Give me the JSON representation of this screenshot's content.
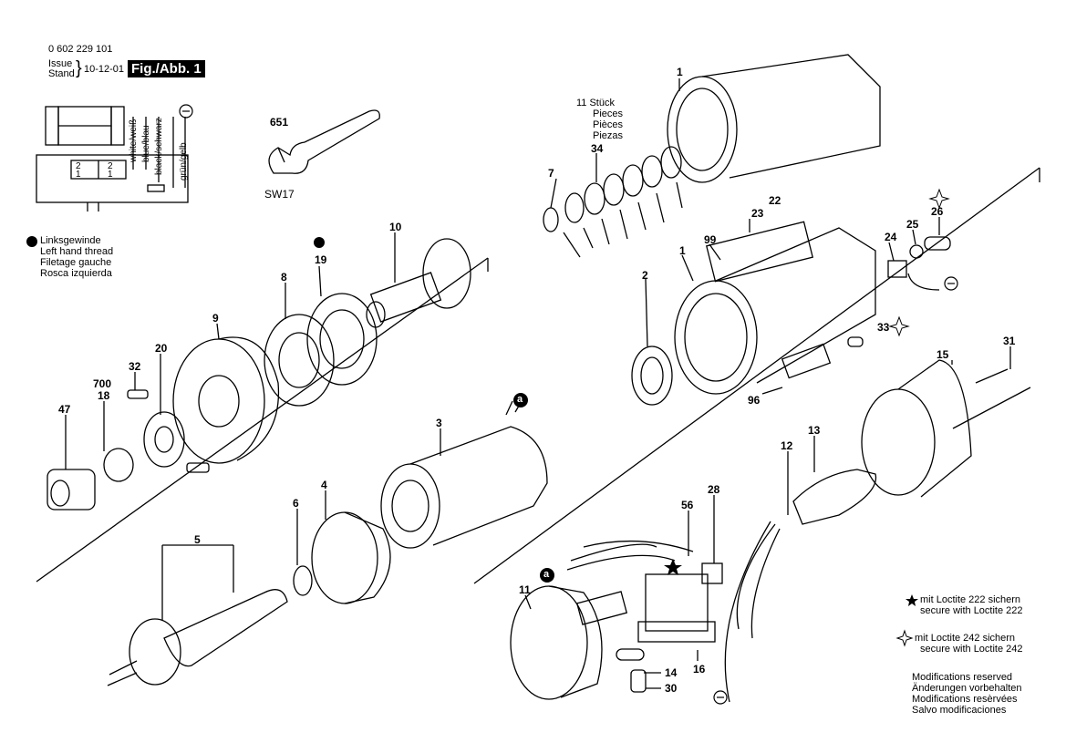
{
  "header": {
    "part_number": "0 602 229 101",
    "issue_label": "Issue",
    "stand_label": "Stand",
    "brace": "}",
    "date": "10-12-01",
    "figure": "Fig./Abb. 1"
  },
  "wiring": {
    "wires": [
      "white/weiß",
      "blue/blau",
      "black/schwarz",
      "grün/gelb"
    ],
    "terminal_left": [
      "2",
      "1"
    ],
    "terminal_right": [
      "2",
      "1"
    ]
  },
  "left_hand_thread_note": [
    "Linksgewinde",
    "Left hand thread",
    "Filetage gauche",
    "Rosca izquierda"
  ],
  "pieces_note": [
    "11 Stück",
    "Pieces",
    "Pièces",
    "Piezas"
  ],
  "wrench_size": "SW17",
  "callouts": {
    "c651": "651",
    "c1a": "1",
    "c1b": "1",
    "c7": "7",
    "c34": "34",
    "c22": "22",
    "c23": "23",
    "c99": "99",
    "c26": "26",
    "c24": "24",
    "c25": "25",
    "c2": "2",
    "c33": "33",
    "c96": "96",
    "c10": "10",
    "c19": "19",
    "c8": "8",
    "c9": "9",
    "c20": "20",
    "c32": "32",
    "c700": "700",
    "c18": "18",
    "c47": "47",
    "c3": "3",
    "c4": "4",
    "c6": "6",
    "c5": "5",
    "c15": "15",
    "c31": "31",
    "c13": "13",
    "c12": "12",
    "c28": "28",
    "c56": "56",
    "c11": "11",
    "c14": "14",
    "c16": "16",
    "c30": "30",
    "ca1": "a",
    "ca2": "a"
  },
  "legend": {
    "star_note": [
      "mit Loctite 222 sichern",
      "secure with Loctite 222"
    ],
    "star_outline_note": [
      "mit Loctite 242 sichern",
      "secure with Loctite 242"
    ],
    "modifications": [
      "Modifications reserved",
      "Änderungen vorbehalten",
      "Modifications resèrvées",
      "Salvo modificaciones"
    ]
  },
  "icons": [
    "star-solid-icon",
    "star-outline-icon",
    "left-hand-thread-icon",
    "ground-icon"
  ]
}
